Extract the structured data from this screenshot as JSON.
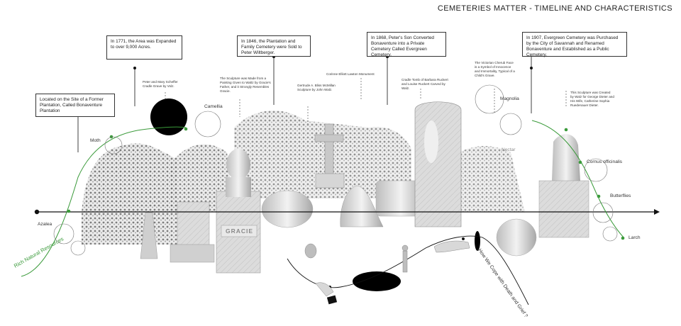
{
  "title": "CEMETERIES MATTER - TIMELINE AND CHARACTERISTICS",
  "timeline_boxes": [
    {
      "text": "Located on the Site of a Former Plantation, Called Bonaventure Plantation"
    },
    {
      "text": "In 1771, the Area was Expanded to over 9,000 Acres."
    },
    {
      "text": "In 1846, the Plantation and Family Cemetery were Sold to Peter Wiltberger."
    },
    {
      "text": "In 1868, Peter's Son Converted Bonaventure into a Private Cemetery Called Evergreen Cemetery."
    },
    {
      "text": "In 1907, Evergreen Cemetery was Purchased by the City of Savannah and Renamed Bonaventure and Established as a Public Cemetery."
    }
  ],
  "captions": [
    {
      "text": "Peter and Mary Scheffer Cradle Grave by Volz."
    },
    {
      "text": "The Sculpture was Made from a Painting Given to Waltz by Gracie's Father, and it Strongly Resembles Gracie."
    },
    {
      "text": "Gertrude A. Bliss McMillan Sculpture by John Walz."
    },
    {
      "text": "Corinne Elliott Lawton Monument"
    },
    {
      "text": "Cradle Tomb of Barbara Ruckert and Louise Ruckert Carved by Walz."
    },
    {
      "text": "The Victorian Cherub Face is a Symbol of Innocence and Immortality, Typical of a Child's Grave."
    },
    {
      "text": "This Sculpture was Created by Walz for George Dieter and His Wife, Catherine Sophia Ruedenauer Dieter."
    }
  ],
  "plant_labels": {
    "azalea": "Azalea",
    "moth": "Moth",
    "camellia": "Camellia",
    "magnolia": "Magnolia",
    "nectar": "Nectar",
    "cornus": "Cornus officinalis",
    "butterflies": "Butterflies",
    "larch": "Larch"
  },
  "curve_labels": {
    "resources": "Rich Natural Resources",
    "grief": "How We Cope with Death and Grief ?"
  },
  "monument_text": "GRACIE",
  "colors": {
    "accent": "#3a9a3a",
    "line": "#111111"
  }
}
